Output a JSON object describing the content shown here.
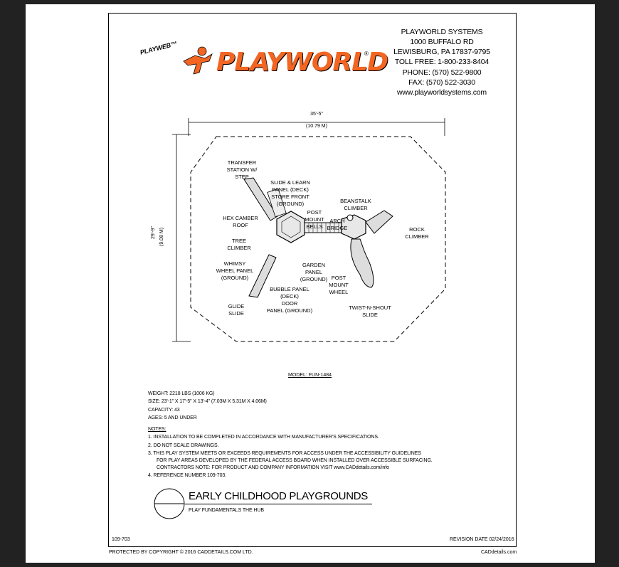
{
  "logo": {
    "badge": "PLAYWEB™",
    "wordmark": "PLAYWORLD",
    "registered": "®",
    "brand_color": "#f26522"
  },
  "address": {
    "company": "PLAYWORLD SYSTEMS",
    "street": "1000 BUFFALO RD",
    "city": "LEWISBURG, PA 17837-9795",
    "tollfree": "TOLL FREE: 1-800-233-8404",
    "phone": "PHONE: (570) 522-9800",
    "fax": "FAX: (570) 522-3030",
    "web": "www.playworldsystems.com"
  },
  "dimensions": {
    "width_ft": "35'-5\"",
    "width_m": "(10.79 M)",
    "depth_ft": "29'-9\"",
    "depth_m": "(9.08 M)"
  },
  "components": {
    "transfer": "TRANSFER\nSTATION W/\nSTEP",
    "slide_learn": "SLIDE & LEARN\nPANEL (DECK)\nSTORE FRONT\n(GROUND)",
    "beanstalk": "BEANSTALK\nCLIMBER",
    "post_bells": "POST\nMOUNT\nBELLS",
    "arch": "ARCH\nBRIDGE",
    "hex": "HEX CAMBER\nROOF",
    "rock": "ROCK\nCLIMBER",
    "tree": "TREE\nCLIMBER",
    "whimsy": "WHIMSY\nWHEEL PANEL\n(GROUND)",
    "garden": "GARDEN\nPANEL\n(GROUND)",
    "post_wheel": "POST\nMOUNT\nWHEEL",
    "bubble": "BUBBLE PANEL\n(DECK)\nDOOR\nPANEL (GROUND)",
    "glide": "GLIDE\nSLIDE",
    "twist": "TWIST-N-SHOUT\nSLIDE"
  },
  "model": "MODEL: FUN-1484",
  "specs": {
    "weight": "WEIGHT: 2218 LBS (1006 KG)",
    "size": "SIZE: 23'-1\" X 17'-5\" X 13'-4\" (7.03M X 5.31M X 4.06M)",
    "capacity": "CAPACITY: 43",
    "ages": "AGES: 5 AND UNDER"
  },
  "notes": {
    "heading": "NOTES:",
    "n1": "1.  INSTALLATION TO BE COMPLETED IN ACCORDANCE WITH MANUFACTURER'S SPECIFICATIONS.",
    "n2": "2.  DO NOT SCALE DRAWINGS.",
    "n3a": "3.  THIS PLAY SYSTEM MEETS OR EXCEEDS REQUIREMENTS FOR ACCESS UNDER THE ACCESSIBILITY GUIDELINES",
    "n3b": "FOR PLAY AREAS DEVELOPED BY THE FEDERAL ACCESS BOARD WHEN INSTALLED OVER ACCESSIBLE SURFACING.",
    "n3c": "CONTRACTORS NOTE: FOR PRODUCT AND COMPANY INFORMATION VISIT www.CADdetails.com/info",
    "n4": "4.  REFERENCE NUMBER 109-703."
  },
  "title_block": {
    "title": "EARLY CHILDHOOD PLAYGROUNDS",
    "subtitle": "PLAY FUNDAMENTALS THE HUB"
  },
  "footer": {
    "ref": "109-703",
    "revision": "REVISION DATE 02/24/2016",
    "copyright": "PROTECTED BY COPYRIGHT © 2016 CADDETAILS.COM LTD.",
    "site": "CADdetails.com"
  }
}
